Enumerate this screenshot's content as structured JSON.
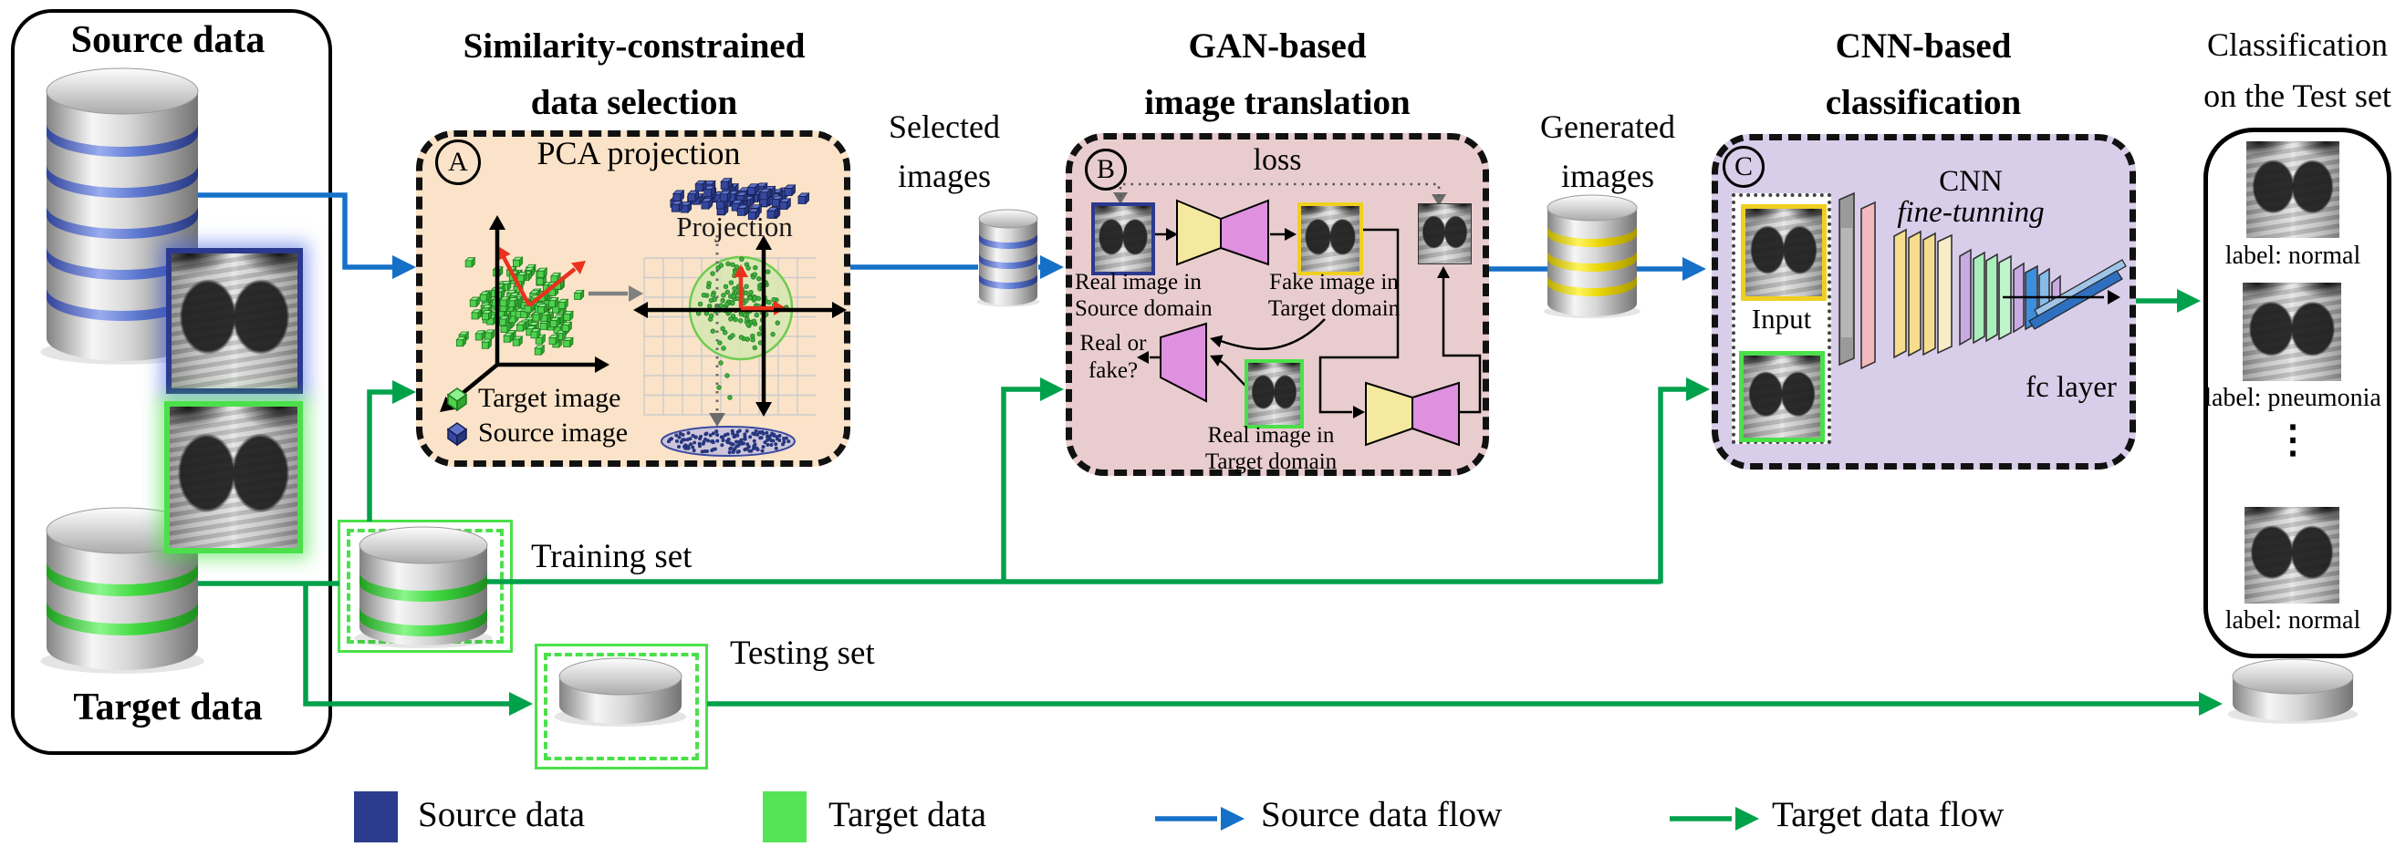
{
  "colors": {
    "flow_blue": "#1570C8",
    "flow_green": "#00A14B",
    "source_blue": "#2B3C8E",
    "target_green": "#55E455",
    "box_selection": "#FAE3C8",
    "box_gan": "#E9CDCE",
    "box_cnn": "#D9CEEA",
    "generator_yellow": "#F5E9A0",
    "generator_magenta": "#DF90DF",
    "fake_border_yellow": "#EFD020",
    "target_border_green": "#4BE04B",
    "source_border_blue": "#2B3A8F",
    "db_ring_blue": "#5C78D0",
    "db_ring_green": "#3FD83F",
    "db_ring_yellow": "#E8D200"
  },
  "left_panel": {
    "source_title": "Source data",
    "target_title": "Target data"
  },
  "selection": {
    "title_line1": "Similarity-constrained",
    "title_line2": "data selection",
    "badge": "A",
    "heading": "PCA projection",
    "projection_label": "Projection",
    "legend": [
      {
        "icon": "target-cube-icon",
        "label": "Target image"
      },
      {
        "icon": "source-cube-icon",
        "label": "Source image"
      }
    ]
  },
  "selected_images": {
    "line1": "Selected",
    "line2": "images"
  },
  "gan": {
    "title_line1": "GAN-based",
    "title_line2": "image translation",
    "badge": "B",
    "loss_label": "loss",
    "real_source_line1": "Real image in",
    "real_source_line2": "Source domain",
    "fake_target_line1": "Fake image in",
    "fake_target_line2": "Target domain",
    "real_or_fake_line1": "Real or",
    "real_or_fake_line2": "fake?",
    "real_target_line1": "Real image in",
    "real_target_line2": "Target domain"
  },
  "generated_images": {
    "line1": "Generated",
    "line2": "images"
  },
  "cnn": {
    "title_line1": "CNN-based",
    "title_line2": "classification",
    "badge": "C",
    "input_label": "Input",
    "cnn_label": "CNN",
    "finetune_label": "fine-tunning",
    "fc_label": "fc layer"
  },
  "test_panel": {
    "title_line1": "Classification",
    "title_line2": "on the Test set",
    "results": [
      {
        "label": "label: normal"
      },
      {
        "label": "label: pneumonia"
      },
      {
        "label": "label: normal"
      }
    ],
    "ellipsis": "⋮"
  },
  "splits": {
    "training_label": "Training set",
    "testing_label": "Testing set"
  },
  "legend": {
    "items": [
      {
        "type": "swatch",
        "color": "#2B3C8E",
        "label": "Source data"
      },
      {
        "type": "swatch",
        "color": "#55E455",
        "label": "Target data"
      },
      {
        "type": "arrow",
        "color": "#1570C8",
        "label": "Source data flow"
      },
      {
        "type": "arrow",
        "color": "#00A14B",
        "label": "Target data flow"
      }
    ]
  }
}
